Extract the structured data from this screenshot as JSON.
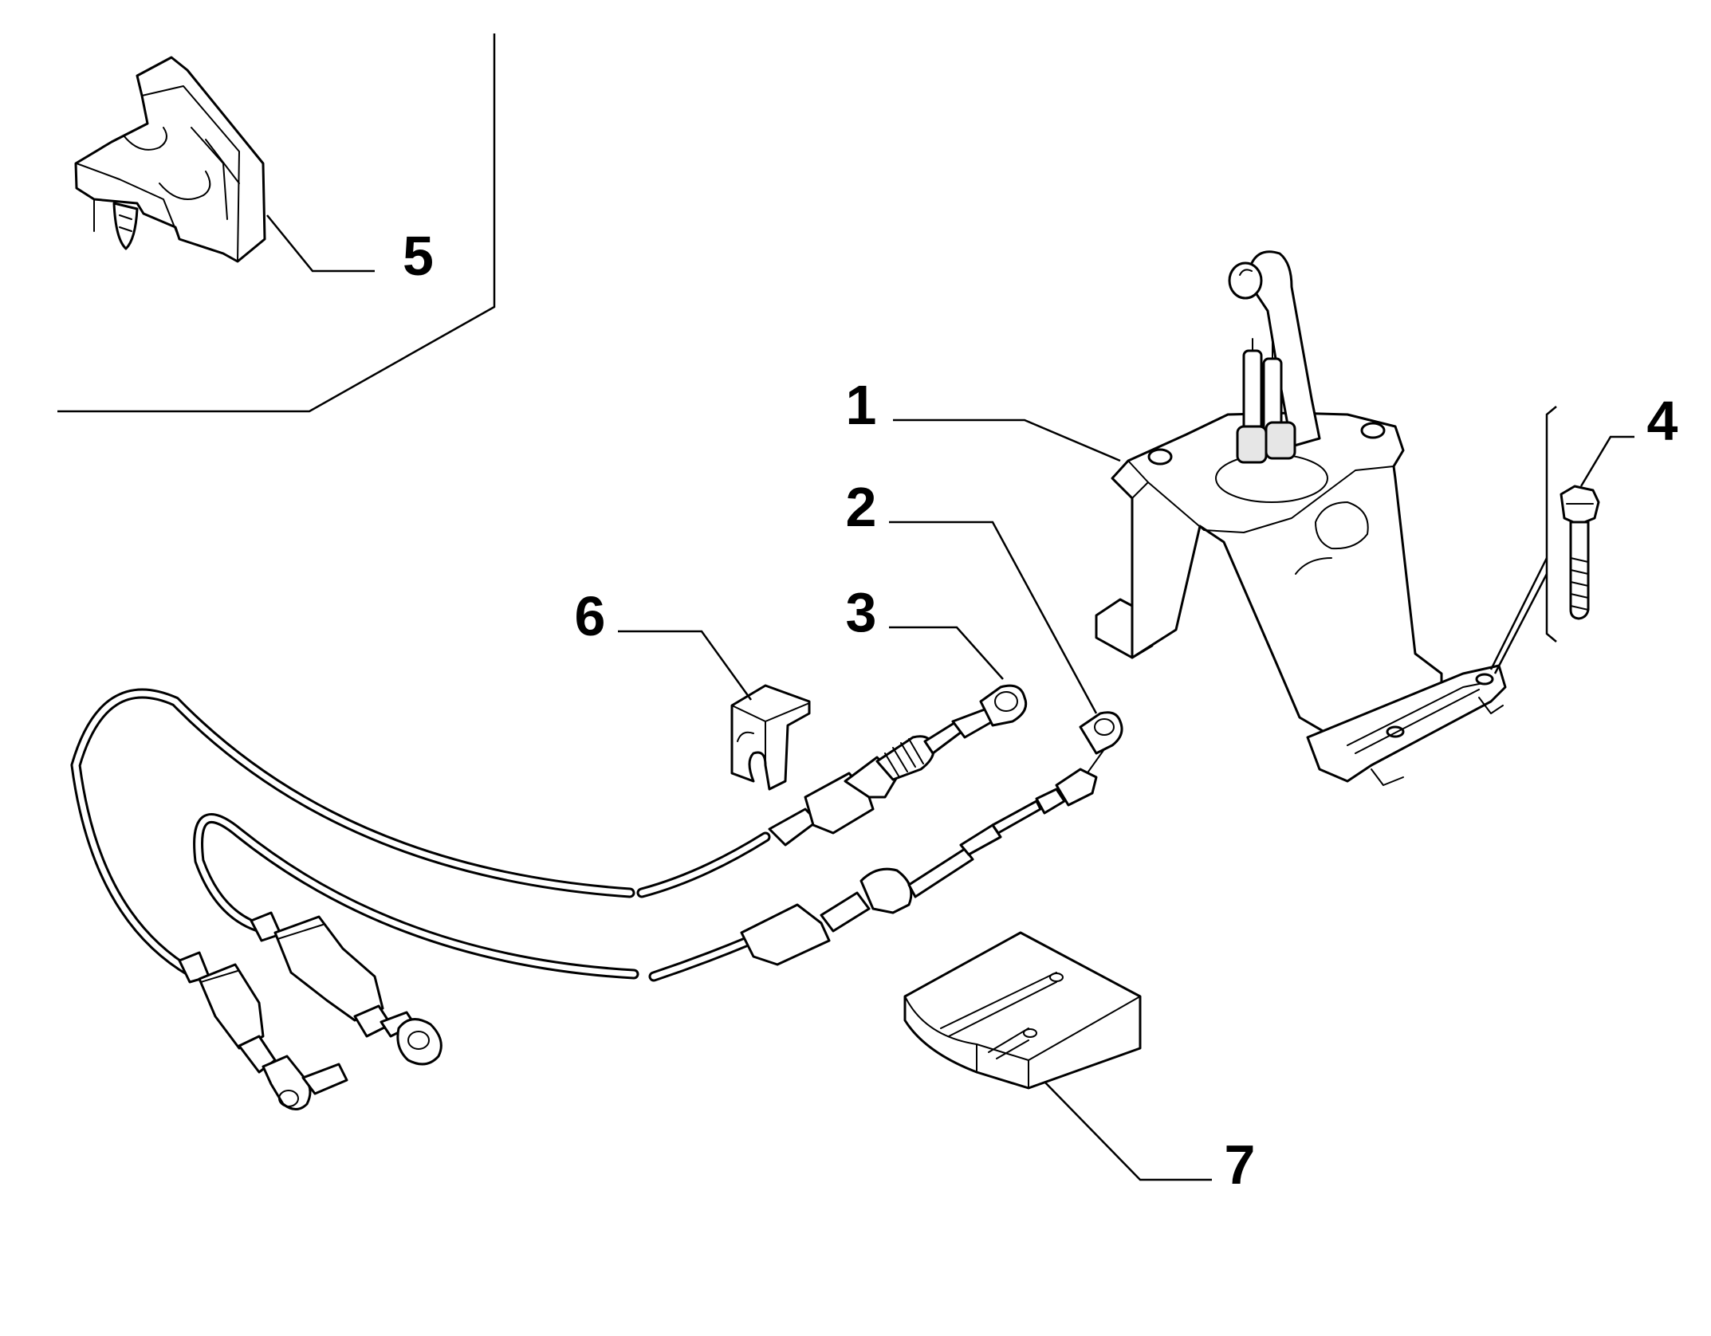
{
  "labels": {
    "part_1": "1",
    "part_2": "2",
    "part_3": "3",
    "part_4": "4",
    "part_5": "5",
    "part_6": "6",
    "part_7": "7"
  },
  "colors": {
    "line": "#000000",
    "background": "#ffffff"
  }
}
